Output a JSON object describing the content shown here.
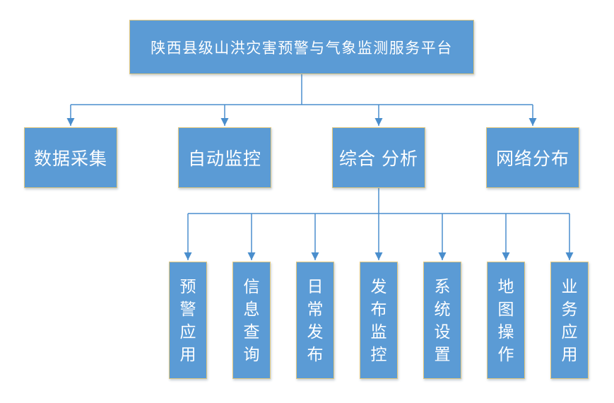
{
  "diagram": {
    "type": "org-tree",
    "root": "陕西县级山洪灾害预警与气象监测服务平台",
    "level2": [
      {
        "label": "数据采集"
      },
      {
        "label": "自动监控"
      },
      {
        "label": "综合 分析"
      },
      {
        "label": "网络分布"
      }
    ],
    "level3_parent": "综合 分析",
    "level3": [
      {
        "label": "预警应用"
      },
      {
        "label": "信息查询"
      },
      {
        "label": "日常发布"
      },
      {
        "label": "发布监控"
      },
      {
        "label": "系统设置"
      },
      {
        "label": "地图操作"
      },
      {
        "label": "业务应用"
      }
    ],
    "colors": {
      "box_fill": "#5B9BD5",
      "box_border": "#E2C87E",
      "connector": "#4A8ECD",
      "text": "#FFFFFF",
      "background": "#FFFFFF"
    }
  }
}
